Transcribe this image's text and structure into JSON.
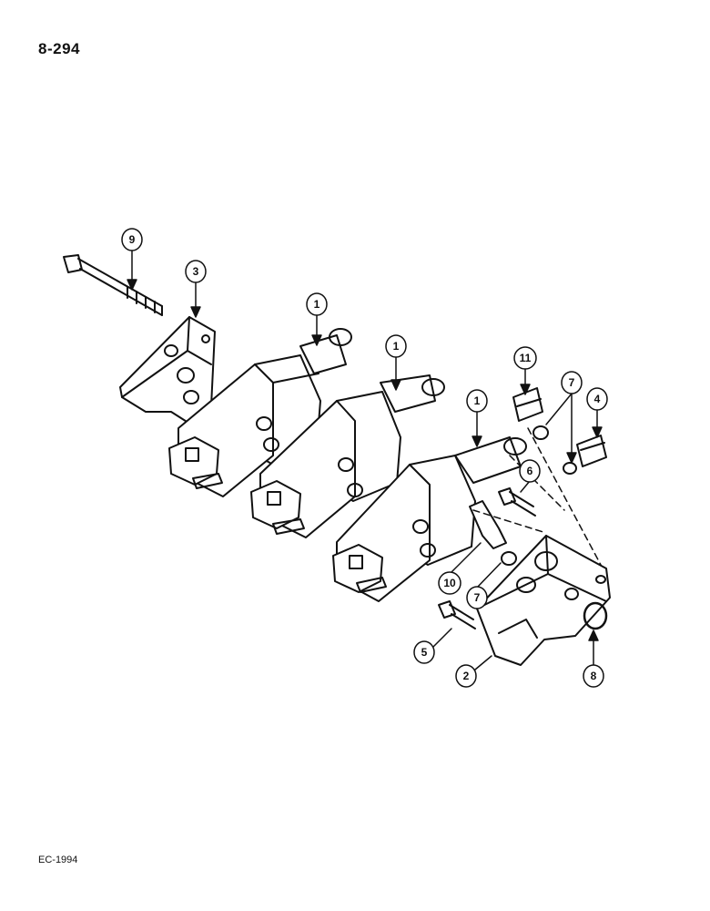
{
  "page": {
    "number": "8-294",
    "footer_code": "EC-1994"
  },
  "callouts": [
    {
      "id": "c9",
      "label": "9"
    },
    {
      "id": "c3",
      "label": "3"
    },
    {
      "id": "c1a",
      "label": "1"
    },
    {
      "id": "c1b",
      "label": "1"
    },
    {
      "id": "c1c",
      "label": "1"
    },
    {
      "id": "c11",
      "label": "11"
    },
    {
      "id": "c7a",
      "label": "7"
    },
    {
      "id": "c4",
      "label": "4"
    },
    {
      "id": "c6",
      "label": "6"
    },
    {
      "id": "c10",
      "label": "10"
    },
    {
      "id": "c7b",
      "label": "7"
    },
    {
      "id": "c5",
      "label": "5"
    },
    {
      "id": "c2",
      "label": "2"
    },
    {
      "id": "c8",
      "label": "8"
    }
  ]
}
